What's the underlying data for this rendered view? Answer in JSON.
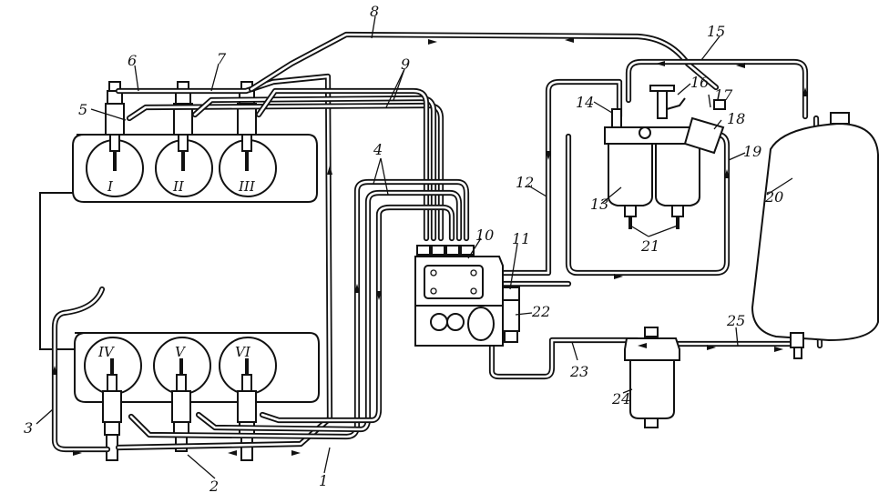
{
  "cylinders": [
    "I",
    "II",
    "III",
    "IV",
    "V",
    "VI"
  ],
  "callouts": [
    "1",
    "2",
    "3",
    "4",
    "5",
    "6",
    "7",
    "8",
    "9",
    "10",
    "11",
    "12",
    "13",
    "14",
    "15",
    "16",
    "17",
    "18",
    "19",
    "20",
    "21",
    "22",
    "23",
    "24",
    "25"
  ]
}
